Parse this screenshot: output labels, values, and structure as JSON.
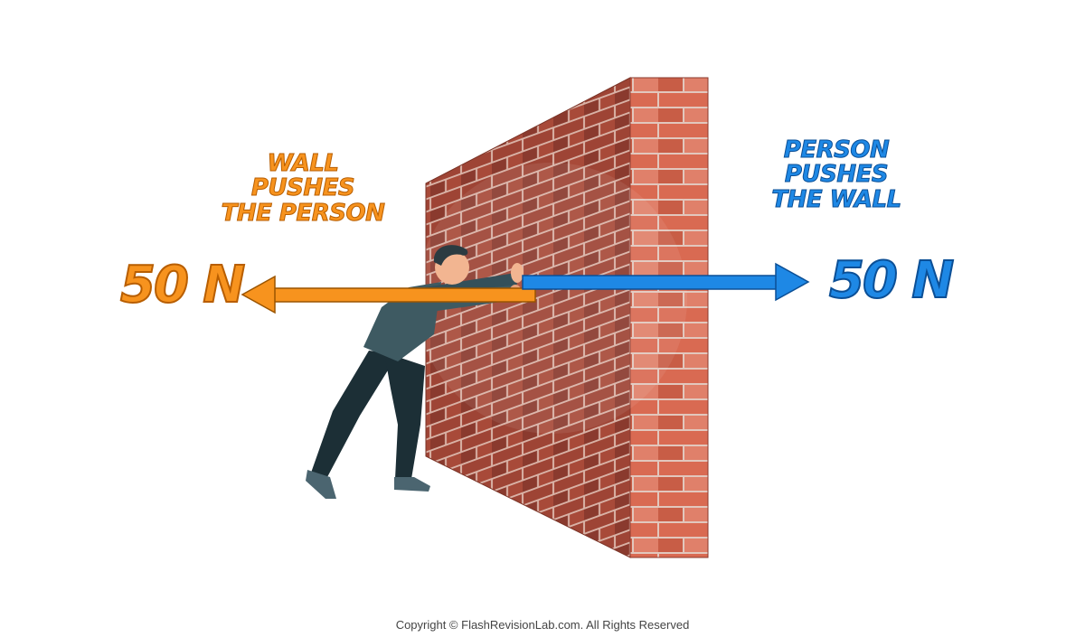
{
  "diagram": {
    "left_caption": [
      "WALL PUSHES",
      "THE PERSON"
    ],
    "right_caption": [
      "PERSON PUSHES",
      "THE WALL"
    ],
    "left_force": "50 N",
    "right_force": "50 N",
    "copyright": "Copyright © FlashRevisionLab.com. All Rights Reserved"
  },
  "colors": {
    "wall_force": "#f7931e",
    "person_force": "#1e88e5",
    "brick": "#b5523b",
    "brick_light": "#d96a52",
    "mortar": "#e2c7bd"
  },
  "icons": {
    "person": "person-pushing-icon",
    "wall": "brick-wall-icon"
  }
}
